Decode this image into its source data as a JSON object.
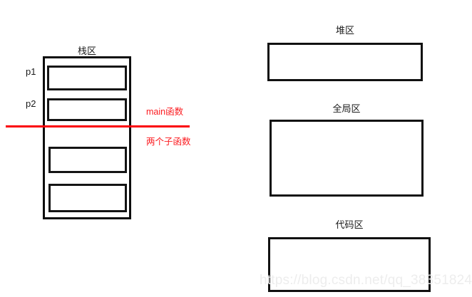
{
  "diagram": {
    "stack_region": {
      "title": "栈区",
      "pointer_labels": [
        {
          "name": "p1"
        },
        {
          "name": "p2"
        }
      ],
      "frames": [
        {
          "id": "frame-1"
        },
        {
          "id": "frame-2"
        },
        {
          "id": "frame-3"
        },
        {
          "id": "frame-4"
        }
      ]
    },
    "annotations": {
      "above_line": "main函数",
      "below_line": "两个子函数",
      "line_color": "#fb0007"
    },
    "memory_regions": [
      {
        "title": "堆区"
      },
      {
        "title": "全局区"
      },
      {
        "title": "代码区"
      }
    ],
    "watermark": "https://blog.csdn.net/qq_38351824"
  }
}
